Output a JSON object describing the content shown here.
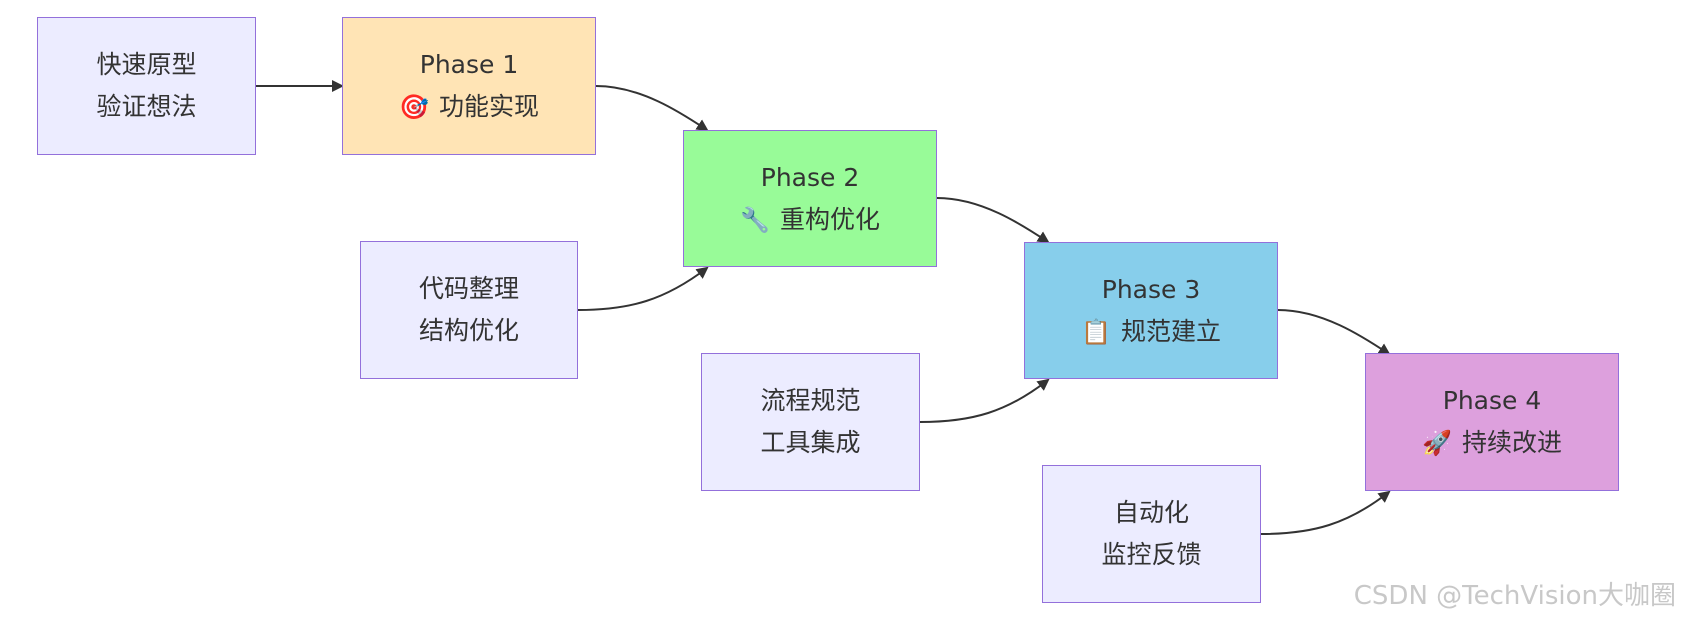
{
  "diagram": {
    "nodes": [
      {
        "id": "idea",
        "lines": [
          "快速原型",
          "验证想法"
        ]
      },
      {
        "id": "phase1",
        "title": "Phase 1",
        "icon": "🎯",
        "label": "功能实现",
        "fill": "#FFE4B5"
      },
      {
        "id": "refactor",
        "lines": [
          "代码整理",
          "结构优化"
        ]
      },
      {
        "id": "phase2",
        "title": "Phase 2",
        "icon": "🔧",
        "label": "重构优化",
        "fill": "#98FB98"
      },
      {
        "id": "process",
        "lines": [
          "流程规范",
          "工具集成"
        ]
      },
      {
        "id": "phase3",
        "title": "Phase 3",
        "icon": "📋",
        "label": "规范建立",
        "fill": "#87CEEB"
      },
      {
        "id": "auto",
        "lines": [
          "自动化",
          "监控反馈"
        ]
      },
      {
        "id": "phase4",
        "title": "Phase 4",
        "icon": "🚀",
        "label": "持续改进",
        "fill": "#DDA0DD"
      }
    ],
    "edges": [
      {
        "from": "idea",
        "to": "phase1"
      },
      {
        "from": "phase1",
        "to": "phase2"
      },
      {
        "from": "refactor",
        "to": "phase2"
      },
      {
        "from": "phase2",
        "to": "phase3"
      },
      {
        "from": "process",
        "to": "phase3"
      },
      {
        "from": "phase3",
        "to": "phase4"
      },
      {
        "from": "auto",
        "to": "phase4"
      }
    ],
    "colors": {
      "default_fill": "#ECECFF",
      "border": "#9370DB",
      "edge": "#333333"
    },
    "icon_names": {
      "phase1": "target-icon",
      "phase2": "wrench-icon",
      "phase3": "clipboard-icon",
      "phase4": "rocket-icon"
    }
  },
  "watermark": "CSDN @TechVision大咖圈"
}
